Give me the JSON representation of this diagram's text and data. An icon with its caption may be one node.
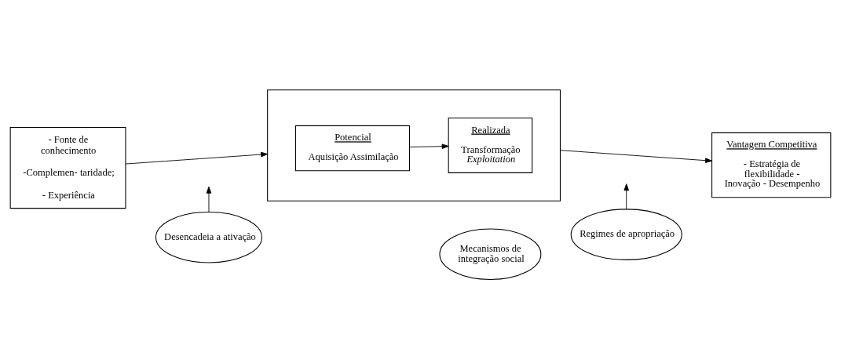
{
  "diagram": {
    "nodes": [
      {
        "text": [
          "- Fonte de conhecimento",
          "-Complemen- taridade;",
          "- Experiência"
        ]
      },
      {
        "text": [],
        "shape": "box"
      },
      {
        "text": [
          "Potencial",
          "Aquisição Assimilação"
        ],
        "in": 1
      },
      {
        "text": [
          "Realizada",
          "Transformação *Exploitation*"
        ],
        "in": 1
      },
      {
        "text": [
          "Vantagem Competitiva",
          "- Estratégia de flexibilidade - Inovação - Desempenho"
        ]
      },
      {
        "text": [
          "Desencadeia a ativação"
        ]
      },
      {
        "text": [
          "Mecanismos de integração social"
        ]
      },
      {
        "text": [
          "Regimes de apropriação"
        ]
      }
    ],
    "edges": [
      {
        "from": 0,
        "to": 1,
        "arrow": "to"
      },
      {
        "from": 2,
        "to": 3,
        "arrow": "to"
      },
      {
        "from": 1,
        "to": 4,
        "arrow": "to"
      },
      {
        "from": 5,
        "to": null,
        "arrow": "to"
      },
      {
        "from": 7,
        "to": null,
        "arrow": "to"
      }
    ]
  }
}
